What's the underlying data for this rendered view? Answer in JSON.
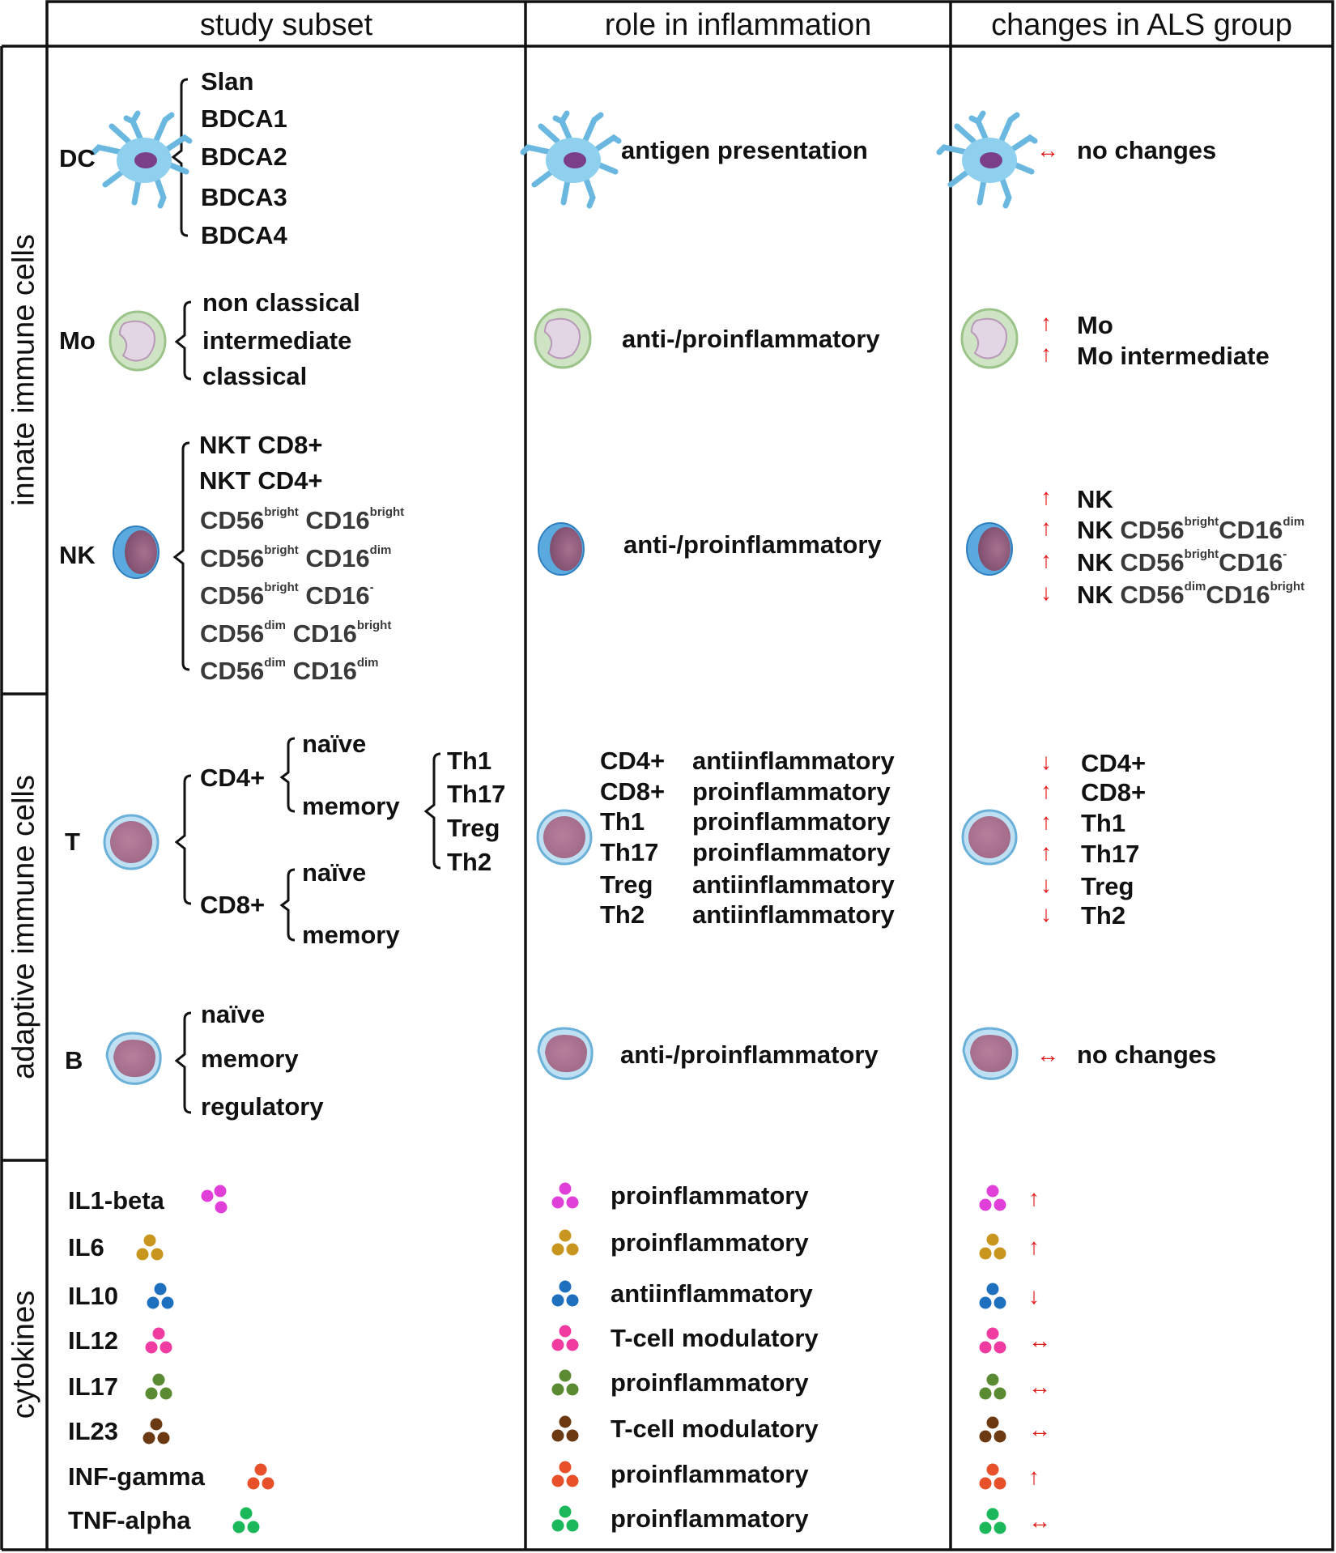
{
  "headers": {
    "col1": "study subset",
    "col2": "role in inflammation",
    "col3": "changes in ALS group"
  },
  "groups": {
    "innate": "innate immune cells",
    "adaptive": "adaptive immune cells",
    "cytokines": "cytokines"
  },
  "cells": {
    "dc": {
      "label": "DC",
      "subsets": [
        "Slan",
        "BDCA1",
        "BDCA2",
        "BDCA3",
        "BDCA4"
      ],
      "role": "antigen presentation",
      "change_arrow": "↔",
      "change_text": "no changes",
      "color": "#7ec4e6"
    },
    "mo": {
      "label": "Mo",
      "subsets": [
        "non classical",
        "intermediate",
        "classical"
      ],
      "role": "anti-/proinflammatory",
      "changes": [
        {
          "arrow": "↑",
          "text": "Mo"
        },
        {
          "arrow": "↑",
          "text": "Mo intermediate"
        }
      ],
      "color": "#c9e0bf"
    },
    "nk": {
      "label": "NK",
      "subsets_plain": [
        "NKT CD8+",
        "NKT CD4+"
      ],
      "subsets_cd": [
        {
          "a": "CD56",
          "as": "bright",
          "b": "CD16",
          "bs": "bright"
        },
        {
          "a": "CD56",
          "as": "bright",
          "b": "CD16",
          "bs": "dim"
        },
        {
          "a": "CD56",
          "as": "bright",
          "b": "CD16",
          "bs": "-"
        },
        {
          "a": "CD56",
          "as": "dim",
          "b": "CD16",
          "bs": "bright"
        },
        {
          "a": "CD56",
          "as": "dim",
          "b": "CD16",
          "bs": "dim"
        }
      ],
      "role": "anti-/proinflammatory",
      "change_nk": {
        "arrow": "↑",
        "text": "NK"
      },
      "changes_cd": [
        {
          "arrow": "↑",
          "pre": "NK ",
          "a": "CD56",
          "as": "bright",
          "b": "CD16",
          "bs": "dim"
        },
        {
          "arrow": "↑",
          "pre": "NK ",
          "a": "CD56",
          "as": "bright",
          "b": "CD16",
          "bs": "-"
        },
        {
          "arrow": "↓",
          "pre": "NK ",
          "a": "CD56",
          "as": "dim",
          "b": "CD16",
          "bs": "bright"
        }
      ],
      "color": "#4aa0d8"
    },
    "t": {
      "label": "T",
      "cd4": "CD4+",
      "cd8": "CD8+",
      "cd4_sub": [
        "naïve",
        "memory"
      ],
      "cd8_sub": [
        "naïve",
        "memory"
      ],
      "th_sub": [
        "Th1",
        "Th17",
        "Treg",
        "Th2"
      ],
      "roles": [
        {
          "name": "CD4+",
          "role": "antiinflammatory"
        },
        {
          "name": "CD8+",
          "role": "proinflammatory"
        },
        {
          "name": "Th1",
          "role": "proinflammatory"
        },
        {
          "name": "Th17",
          "role": "proinflammatory"
        },
        {
          "name": "Treg",
          "role": "antiinflammatory"
        },
        {
          "name": "Th2",
          "role": "antiinflammatory"
        }
      ],
      "changes": [
        {
          "arrow": "↓",
          "text": "CD4+"
        },
        {
          "arrow": "↑",
          "text": "CD8+"
        },
        {
          "arrow": "↑",
          "text": "Th1"
        },
        {
          "arrow": "↑",
          "text": "Th17"
        },
        {
          "arrow": "↓",
          "text": "Treg"
        },
        {
          "arrow": "↓",
          "text": "Th2"
        }
      ]
    },
    "b": {
      "label": "B",
      "subsets": [
        "naïve",
        "memory",
        "regulatory"
      ],
      "role": "anti-/proinflammatory",
      "change_arrow": "↔",
      "change_text": "no changes"
    }
  },
  "cytokines": [
    {
      "name": "IL1-beta",
      "role": "proinflammatory",
      "arrow": "↑",
      "color": "#e040d8"
    },
    {
      "name": "IL6",
      "role": "proinflammatory",
      "arrow": "↑",
      "color": "#c8961e"
    },
    {
      "name": "IL10",
      "role": "antiinflammatory",
      "arrow": "↓",
      "color": "#1f6fbf"
    },
    {
      "name": "IL12",
      "role": "T-cell modulatory",
      "arrow": "↔",
      "color": "#f03ca0"
    },
    {
      "name": "IL17",
      "role": "proinflammatory",
      "arrow": "↔",
      "color": "#5a8a32"
    },
    {
      "name": "IL23",
      "role": "T-cell modulatory",
      "arrow": "↔",
      "color": "#6b3a12"
    },
    {
      "name": "INF-gamma",
      "role": "proinflammatory",
      "arrow": "↑",
      "color": "#e8502a"
    },
    {
      "name": "TNF-alpha",
      "role": "proinflammatory",
      "arrow": "↔",
      "color": "#1ab85a"
    }
  ]
}
